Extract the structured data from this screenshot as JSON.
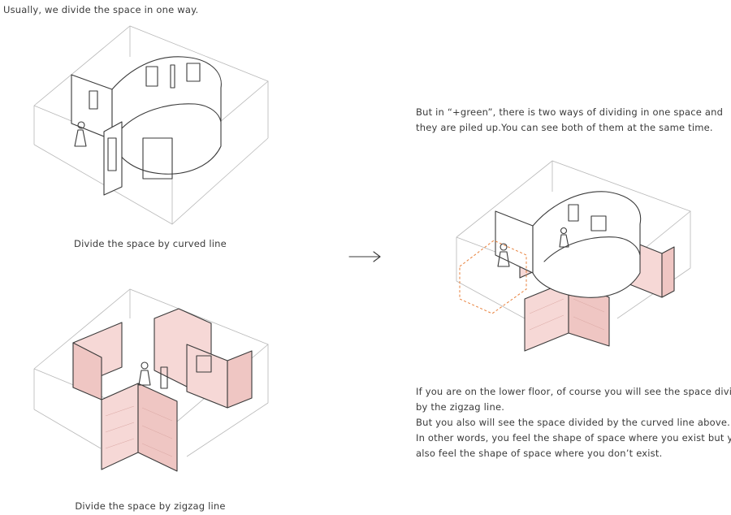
{
  "texts": {
    "top_left_note": "Usually, we divide the space in one way.",
    "caption_curved": "Divide the space by curved line",
    "caption_zigzag": "Divide the space by zigzag line",
    "green_line1": "But in “+green”, there is two ways of dividing in one space and",
    "green_line2": "they are piled up.You can see both of them at the same time.",
    "lower_line1": "If you are on the lower floor, of course you will see the space divided",
    "lower_line2": "by the zigzag line.",
    "lower_line3": "But you also will see the space divided by the curved line above.",
    "lower_line4": "In other words, you feel the shape of space where you exist but you",
    "lower_line5": "also feel the shape of space where you don’t exist."
  },
  "icons": {
    "arrow": "right-arrow-icon"
  },
  "colors": {
    "ink": "#3a3a3a",
    "wall_pink": "#f6d8d6",
    "dashed_orange": "#e8813c",
    "bounding_box": "#b8b8b8"
  }
}
